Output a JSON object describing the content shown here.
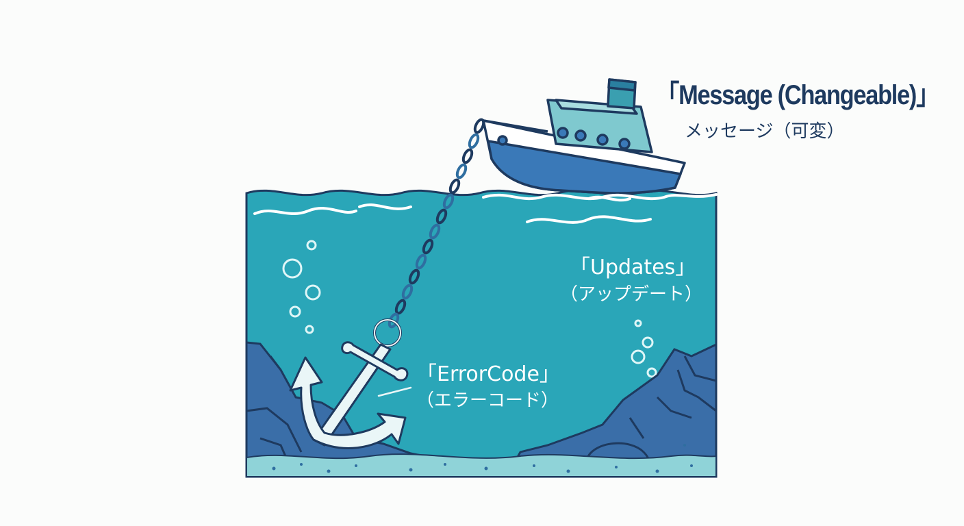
{
  "labels": {
    "message_title": "「Message (Changeable)」",
    "message_sub": "メッセージ（可変）",
    "updates_title": "「Updates」",
    "updates_sub": "（アップデート）",
    "errorcode_title": "「ErrorCode」",
    "errorcode_sub": "（エラーコード）"
  },
  "colors": {
    "ocean": "#2aa6b8",
    "ocean_deep": "#2b9fb1",
    "rock": "#3a6ea8",
    "rock_dark": "#1f4f86",
    "seabed": "#8fd3d8",
    "ink": "#1e3a5f",
    "ship_hull": "#3a79b8",
    "ship_white": "#ffffff",
    "anchor": "#eaf6f7"
  },
  "icons": {
    "ship": "ship-icon",
    "anchor": "anchor-icon",
    "chain": "chain-icon",
    "bubbles": "bubble-icon"
  }
}
